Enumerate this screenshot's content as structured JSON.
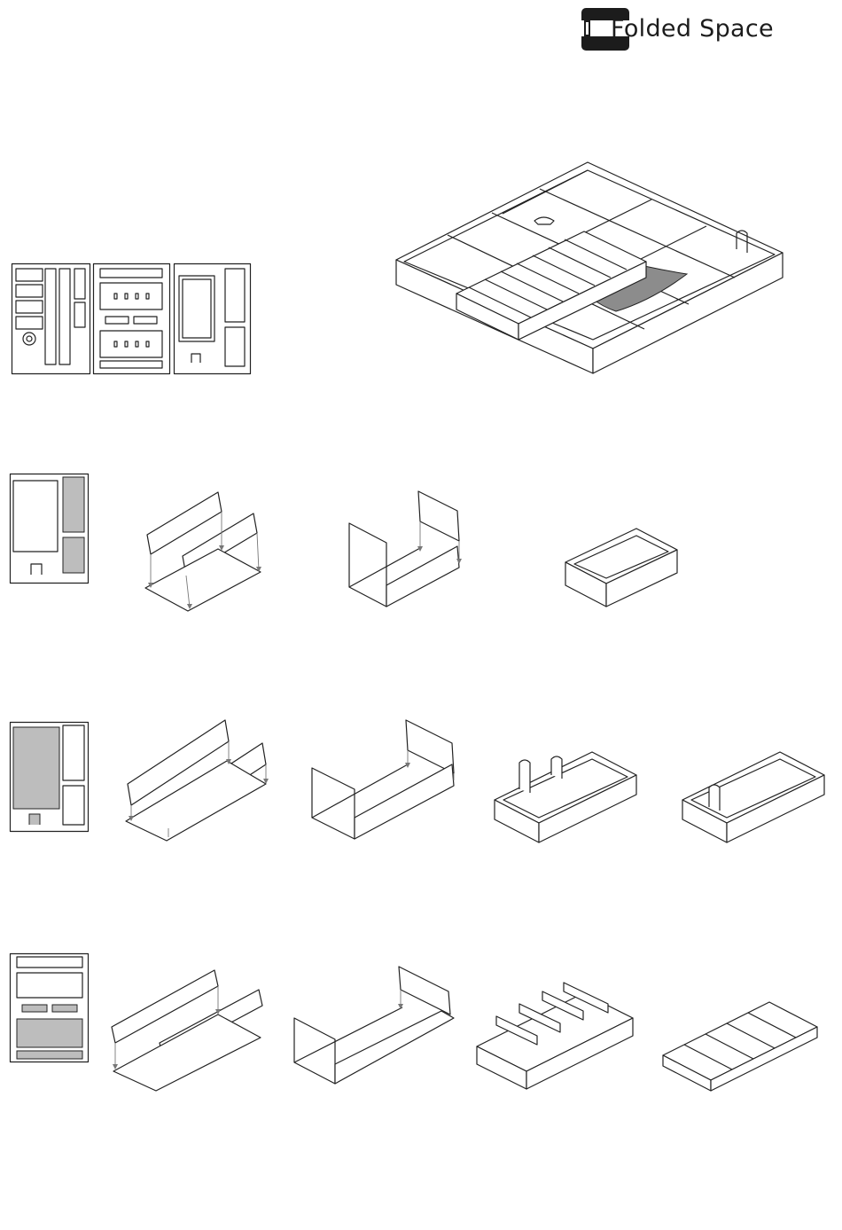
{
  "brand": {
    "name": "Folded Space",
    "logo_icon": "folded-space-logo-icon",
    "text_color": "#1c1c1c"
  },
  "colors": {
    "line": "#222222",
    "highlight": "#bdbdbd",
    "bag": "#8c8c8c",
    "arrow": "#777777"
  },
  "diagram": {
    "overview": [
      "cut-sheet-1",
      "cut-sheet-2",
      "cut-sheet-3",
      "assembled-insert"
    ],
    "steps": [
      {
        "row": "small-tray",
        "stages": 3
      },
      {
        "row": "long-tray",
        "stages": 4
      },
      {
        "row": "divided-tray",
        "stages": 4
      }
    ]
  }
}
